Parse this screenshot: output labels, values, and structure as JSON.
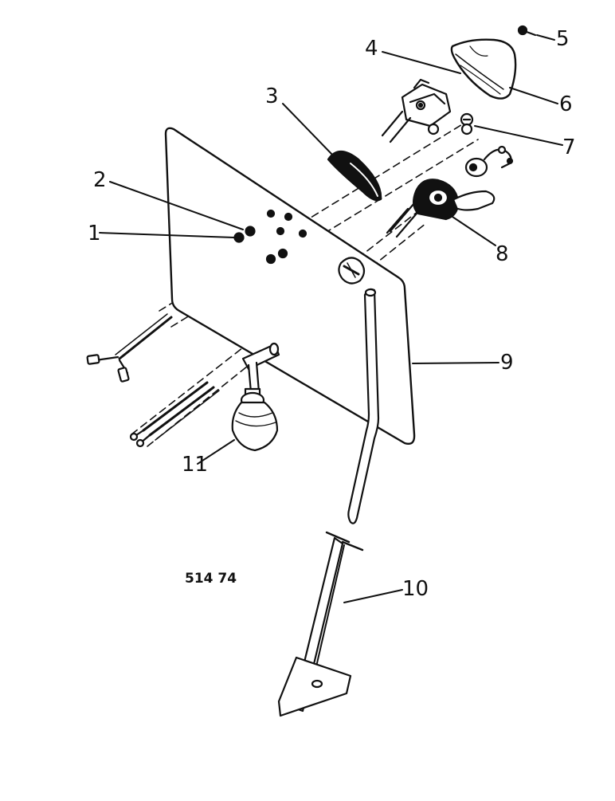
{
  "diagram": {
    "reference_code": "514 74",
    "callouts": [
      {
        "id": "1",
        "label": "1"
      },
      {
        "id": "2",
        "label": "2"
      },
      {
        "id": "3",
        "label": "3"
      },
      {
        "id": "4",
        "label": "4"
      },
      {
        "id": "5",
        "label": "5"
      },
      {
        "id": "6",
        "label": "6"
      },
      {
        "id": "7",
        "label": "7"
      },
      {
        "id": "8",
        "label": "8"
      },
      {
        "id": "9",
        "label": "9"
      },
      {
        "id": "10",
        "label": "10"
      },
      {
        "id": "11",
        "label": "11"
      }
    ],
    "colors": {
      "ink": "#111111",
      "paper": "#ffffff"
    }
  }
}
